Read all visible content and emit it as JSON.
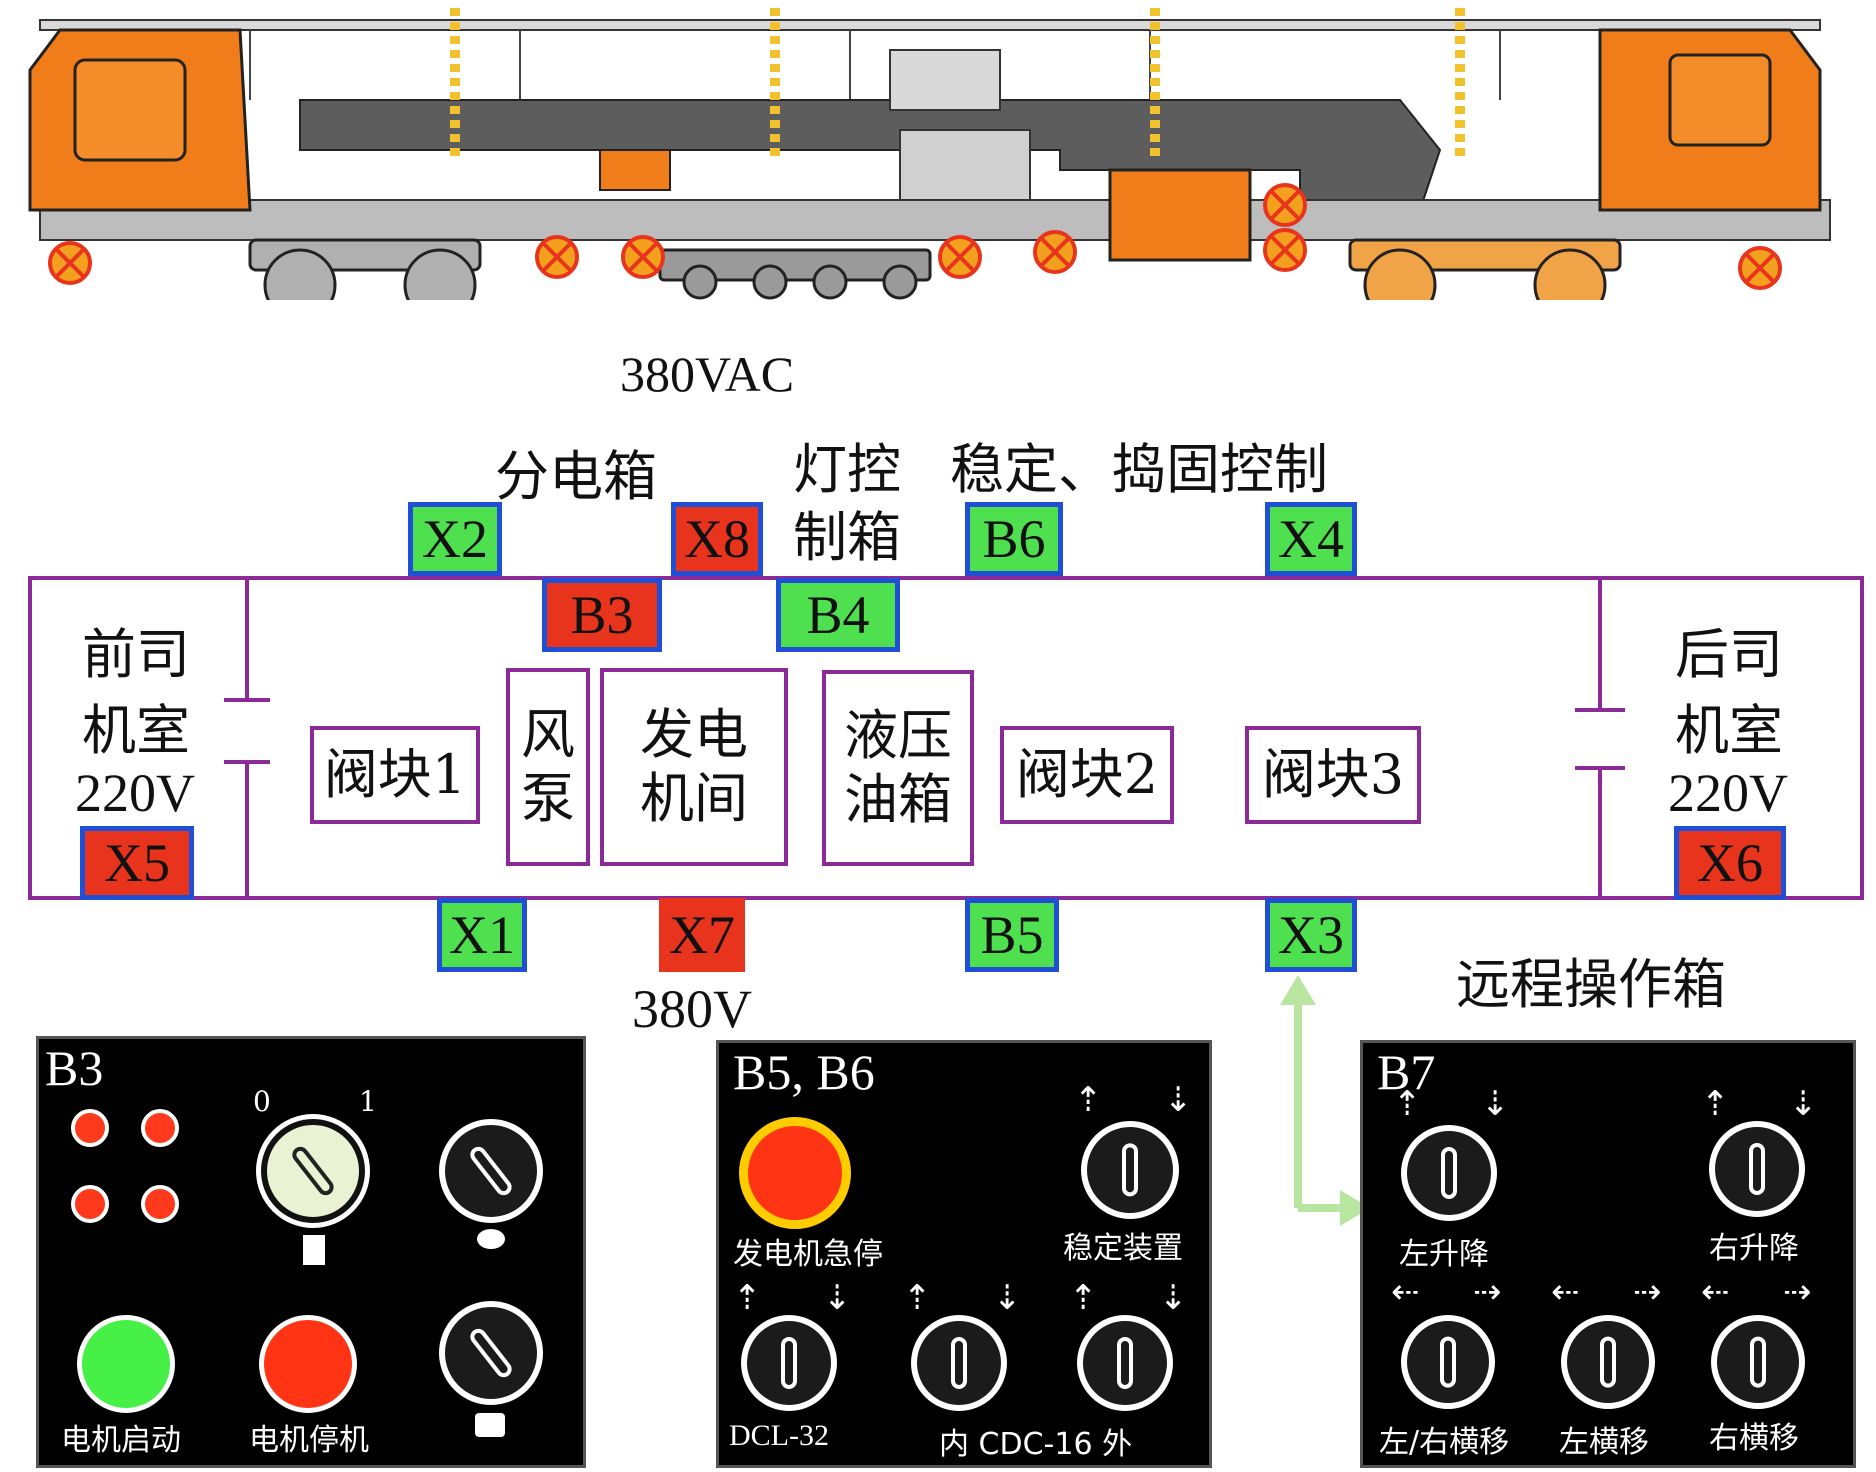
{
  "title_voltage_top": "380VAC",
  "labels": {
    "sub_box": "分电箱",
    "light_box_line1": "灯控",
    "light_box_line2": "制箱",
    "stab_control": "稳定、捣固控制",
    "volt_bottom": "380V",
    "remote_box": "远程操作箱",
    "front_cab_line1": "前司",
    "front_cab_line2": "机室",
    "front_cab_volt": "220V",
    "rear_cab_line1": "后司",
    "rear_cab_line2": "机室",
    "rear_cab_volt": "220V"
  },
  "rooms": {
    "valve1": "阀块1",
    "pump_line1": "风",
    "pump_line2": "泵",
    "gen_line1": "发电",
    "gen_line2": "机间",
    "hyd_line1": "液压",
    "hyd_line2": "油箱",
    "valve2": "阀块2",
    "valve3": "阀块3"
  },
  "connectors": {
    "X2": "X2",
    "X8": "X8",
    "B6": "B6",
    "X4": "X4",
    "B3": "B3",
    "B4": "B4",
    "X5": "X5",
    "X6": "X6",
    "X1": "X1",
    "X7": "X7",
    "B5": "B5",
    "X3": "X3"
  },
  "colors": {
    "green": "#4fe04f",
    "red": "#e8341c",
    "border_blue": "#1f4fd6",
    "purple": "#8c2a98",
    "orange": "#f07d1a",
    "arrow_green": "#b8e6a0"
  },
  "panel_b3": {
    "title": "B3",
    "switch_pos_0": "0",
    "switch_pos_1": "1",
    "key_icon": "key-icon",
    "start_label": "电机启动",
    "stop_label": "电机停机"
  },
  "panel_b5b6": {
    "title": "B5, B6",
    "estop_label": "发电机急停",
    "stab_label": "稳定装置",
    "dcl_label": "DCL-32",
    "cdc_label": "内 CDC-16 外"
  },
  "panel_b7": {
    "title": "B7",
    "left_lift": "左升降",
    "right_lift": "右升降",
    "lr_shift": "左/右横移",
    "left_shift": "左横移",
    "right_shift": "右横移"
  }
}
